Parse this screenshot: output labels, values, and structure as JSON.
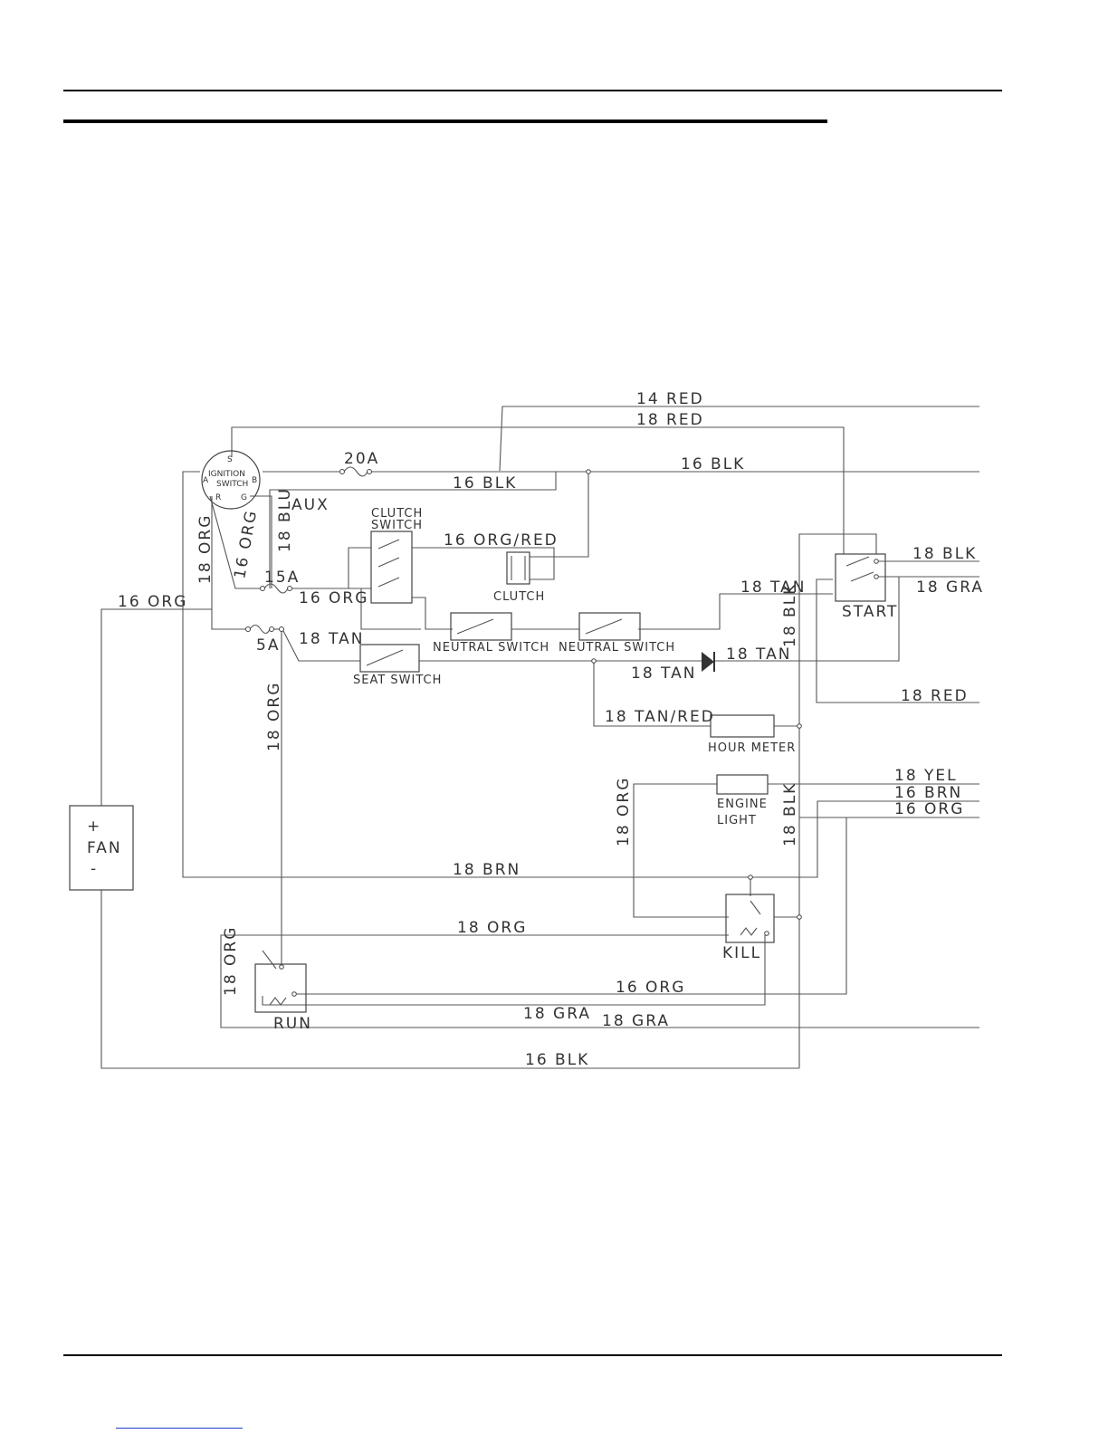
{
  "diagram": {
    "components": {
      "ignition": {
        "label1": "IGNITION",
        "label2": "SWITCH",
        "s": "S",
        "r": "R",
        "g": "G",
        "b": "B",
        "a": "A"
      },
      "fuse_20a": "20A",
      "fuse_15a": "15A",
      "fuse_5a": "5A",
      "aux": "AUX",
      "clutch_switch": {
        "l1": "CLUTCH",
        "l2": "SWITCH"
      },
      "clutch": "CLUTCH",
      "neutral_switch_1": "NEUTRAL SWITCH",
      "neutral_switch_2": "NEUTRAL SWITCH",
      "seat_switch": "SEAT SWITCH",
      "start": "START",
      "hour_meter": "HOUR METER",
      "engine_light": {
        "l1": "ENGINE",
        "l2": "LIGHT"
      },
      "kill": "KILL",
      "run": "RUN",
      "fan": {
        "plus": "+",
        "name": "FAN",
        "minus": "-"
      }
    },
    "wires": {
      "w14red": "14 RED",
      "w18red_top": "18 RED",
      "w16blk_a": "16 BLK",
      "w16blk_b": "16 BLK",
      "w16orgred": "16 ORG/RED",
      "w16org_fan": "16 ORG",
      "w16org_v": "16 ORG",
      "w18org_v1": "18 ORG",
      "w18blu_v": "18 BLU",
      "w16org_15a": "16 ORG",
      "w18tan_5a": "18 TAN",
      "w18org_v2": "18 ORG",
      "w18tan_start": "18 TAN",
      "w18blk_right": "18 BLK",
      "w18gra_right": "18 GRA",
      "w18blk_v": "18 BLK",
      "w18tan_mid": "18 TAN",
      "w18tan_diode": "18 TAN",
      "w18red_right": "18 RED",
      "w18tanred": "18 TAN/RED",
      "w18org_v3": "18 ORG",
      "w18blk_v2": "18 BLK",
      "w18yel": "18 YEL",
      "w16brn": "16 BRN",
      "w16org_right": "16 ORG",
      "w18brn": "18 BRN",
      "w18org_kill": "18 ORG",
      "w18org_run_v": "18 ORG",
      "w16org_run": "16 ORG",
      "w18gra_1": "18 GRA",
      "w18gra_2": "18 GRA",
      "w16blk_bottom": "16 BLK"
    }
  }
}
